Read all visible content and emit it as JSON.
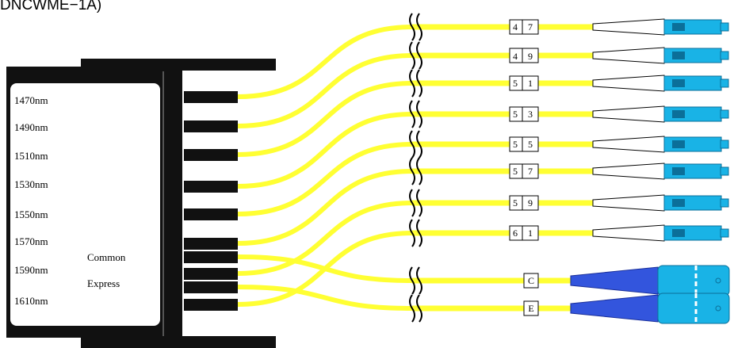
{
  "title": "DNCWME−1A)",
  "module": {
    "wavelengths": [
      "1470nm",
      "1490nm",
      "1510nm",
      "1530nm",
      "1550nm",
      "1570nm",
      "1590nm",
      "1610nm"
    ],
    "common_label": "Common",
    "express_label": "Express"
  },
  "fiber_color": "#ffff33",
  "lc_connector_color": "#19b3e6",
  "sc_connector_color": "#3355dd",
  "channel_labels": [
    [
      "4",
      "7"
    ],
    [
      "4",
      "9"
    ],
    [
      "5",
      "1"
    ],
    [
      "5",
      "3"
    ],
    [
      "5",
      "5"
    ],
    [
      "5",
      "7"
    ],
    [
      "5",
      "9"
    ],
    [
      "6",
      "1"
    ]
  ],
  "common_tag": "C",
  "express_tag": "E"
}
